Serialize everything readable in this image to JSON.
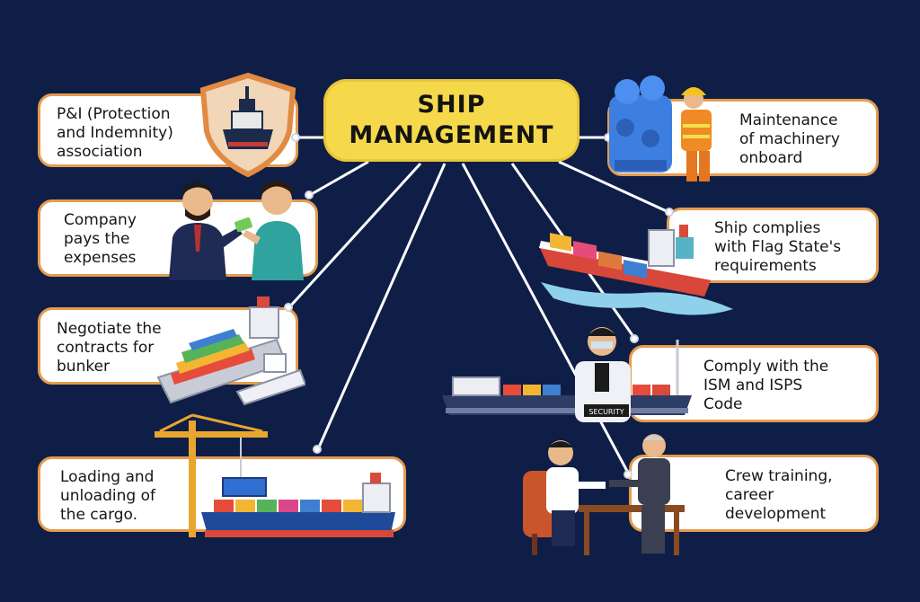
{
  "title": {
    "line1": "SHIP",
    "line2": "MANAGEMENT"
  },
  "items": [
    {
      "id": "pi-association",
      "text": "P&I (Protection\nand Indemnity)\nassociation"
    },
    {
      "id": "company-pays",
      "text": "Company\npays the\nexpenses"
    },
    {
      "id": "bunker",
      "text": "Negotiate the\ncontracts for\nbunker"
    },
    {
      "id": "cargo",
      "text": "Loading and\nunloading of\nthe cargo."
    },
    {
      "id": "maintenance",
      "text": "Maintenance\nof machinery\nonboard"
    },
    {
      "id": "flag-state",
      "text": "Ship complies\nwith Flag State's\nrequirements"
    },
    {
      "id": "ism-isps",
      "text": "Comply with the\nISM and ISPS\nCode"
    },
    {
      "id": "crew",
      "text": "Crew training,\ncareer\ndevelopment"
    }
  ],
  "labels": {
    "security": "SECURITY"
  },
  "colors": {
    "background": "#0f1e46",
    "title_fill": "#f6d94b",
    "card_border": "#e59b4f",
    "connector": "#ffffff"
  },
  "icons": [
    "shield-ship-icon",
    "businessmen-icon",
    "container-ships-icon",
    "crane-ship-icon",
    "engine-worker-icon",
    "cargo-ship-waves-icon",
    "security-guard-ship-icon",
    "crew-interview-icon"
  ]
}
